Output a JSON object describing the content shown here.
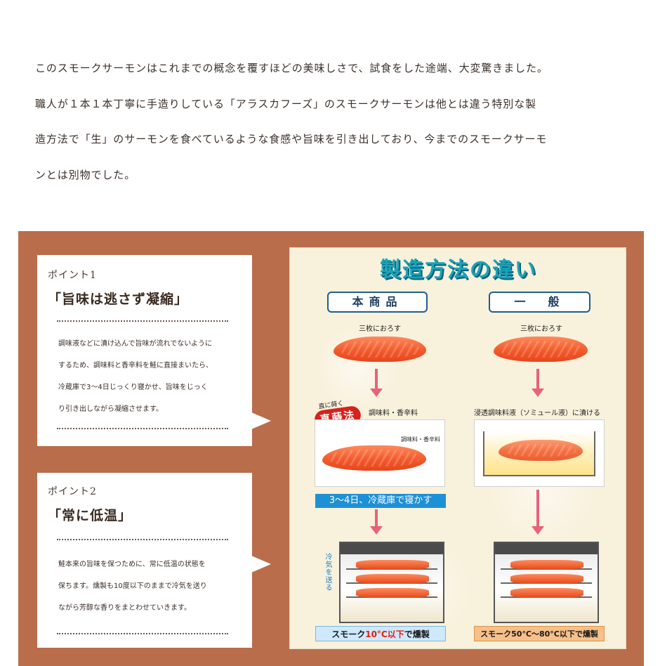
{
  "intro": {
    "lines": [
      "このスモークサーモンはこれまでの概念を覆すほどの美味しさで、試食をした途端、大変驚きました。",
      "職人が１本１本丁寧に手造りしている「アラスカフーズ」のスモークサーモンは他とは違う特別な製",
      "造方法で「生」のサーモンを食べているような食感や旨味を引き出しており、今までのスモークサーモ",
      "ンとは別物でした。"
    ]
  },
  "points": [
    {
      "label": "ポイント1",
      "heading": "「旨味は逃さず凝縮」",
      "body": [
        "調味液などに漬け込んで旨味が流れでないように",
        "するため、調味料と香辛料を鮭に直接まいたら、",
        "冷蔵庫で3〜4日じっくり寝かせ、旨味をじっく",
        "り引き出しながら凝縮させます。"
      ]
    },
    {
      "label": "ポイント2",
      "heading": "「常に低温」",
      "body": [
        "鮭本来の旨味を保つために、常に低温の状態を",
        "保ちます。燻製も10度以下のままで冷気を送り",
        "ながら芳醇な香りをまとわせていきます。"
      ]
    }
  ],
  "diagram": {
    "title": "製造方法の違い",
    "left": {
      "header": "本商品",
      "step1": "三枚におろす",
      "stamp_small": "直に蒔く",
      "stamp_big": "直蒔法",
      "step2": "調味料・香辛料",
      "box_label": "調味料・香辛料",
      "bar": "3〜4日、冷蔵庫で寝かす",
      "side": "冷気を送る",
      "caption_pre": "スモーク",
      "caption_red": "10°C以下",
      "caption_post": "で燻製"
    },
    "right": {
      "header": "一　般",
      "step1": "三枚におろす",
      "step2": "浸透調味料液（ソミュール液）に漬ける",
      "caption": "スモーク50°C〜80°C以下で燻製"
    }
  }
}
